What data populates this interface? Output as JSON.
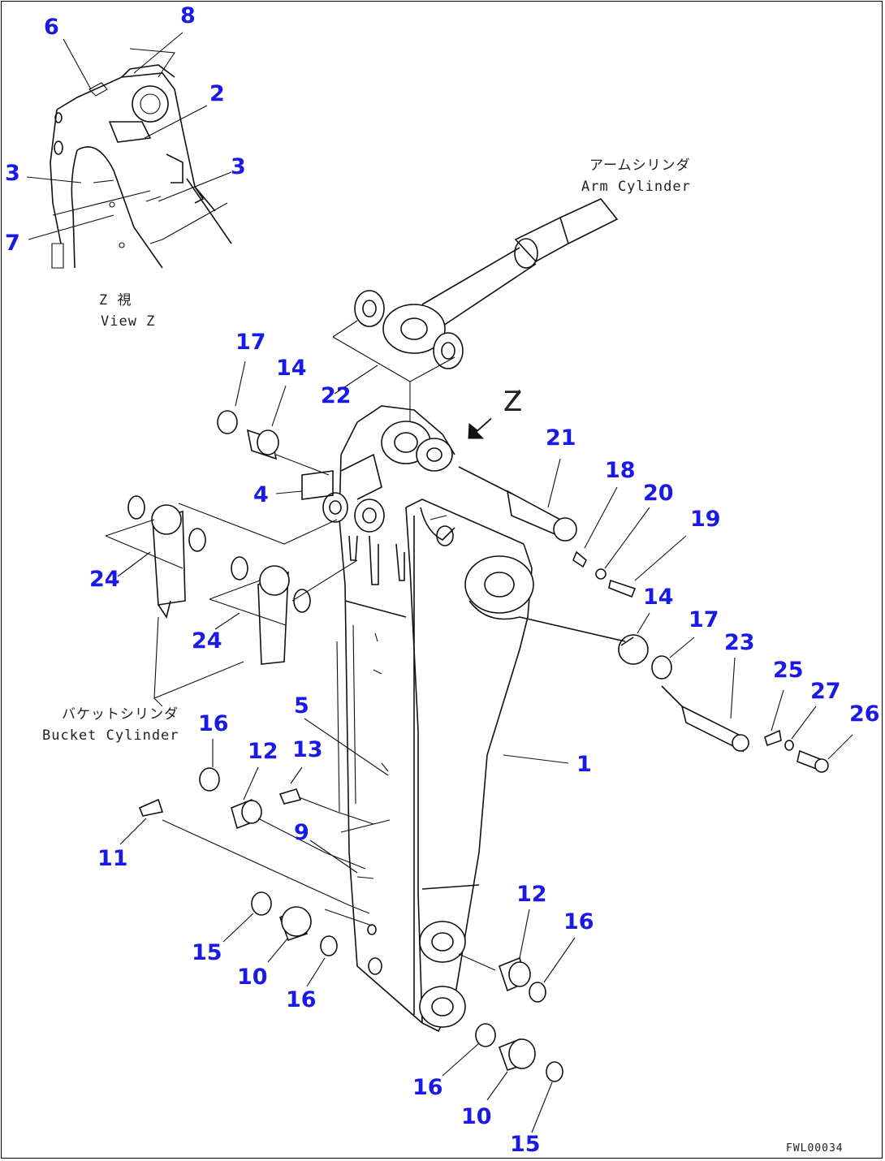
{
  "callouts": {
    "c1": "1",
    "c2": "2",
    "c3a": "3",
    "c3b": "3",
    "c4": "4",
    "c5": "5",
    "c6": "6",
    "c7": "7",
    "c8": "8",
    "c9": "9",
    "c10a": "10",
    "c10b": "10",
    "c11": "11",
    "c12a": "12",
    "c12b": "12",
    "c13": "13",
    "c14a": "14",
    "c14b": "14",
    "c15a": "15",
    "c15b": "15",
    "c16a": "16",
    "c16b": "16",
    "c16c": "16",
    "c16d": "16",
    "c17a": "17",
    "c17b": "17",
    "c18": "18",
    "c19": "19",
    "c20": "20",
    "c21": "21",
    "c22": "22",
    "c23": "23",
    "c24a": "24",
    "c24b": "24",
    "c25": "25",
    "c26": "26",
    "c27": "27"
  },
  "notes": {
    "arm_cylinder_jp": "アームシリンダ",
    "arm_cylinder_en": "Arm Cylinder",
    "view_z_jp": "Z  視",
    "view_z_en": "View Z",
    "bucket_cylinder_jp": "バケットシリンダ",
    "bucket_cylinder_en": "Bucket Cylinder",
    "z_marker": "Z",
    "drawing_code": "FWL00034"
  },
  "colors": {
    "callout": "#1a1ae6",
    "line": "#111111"
  }
}
